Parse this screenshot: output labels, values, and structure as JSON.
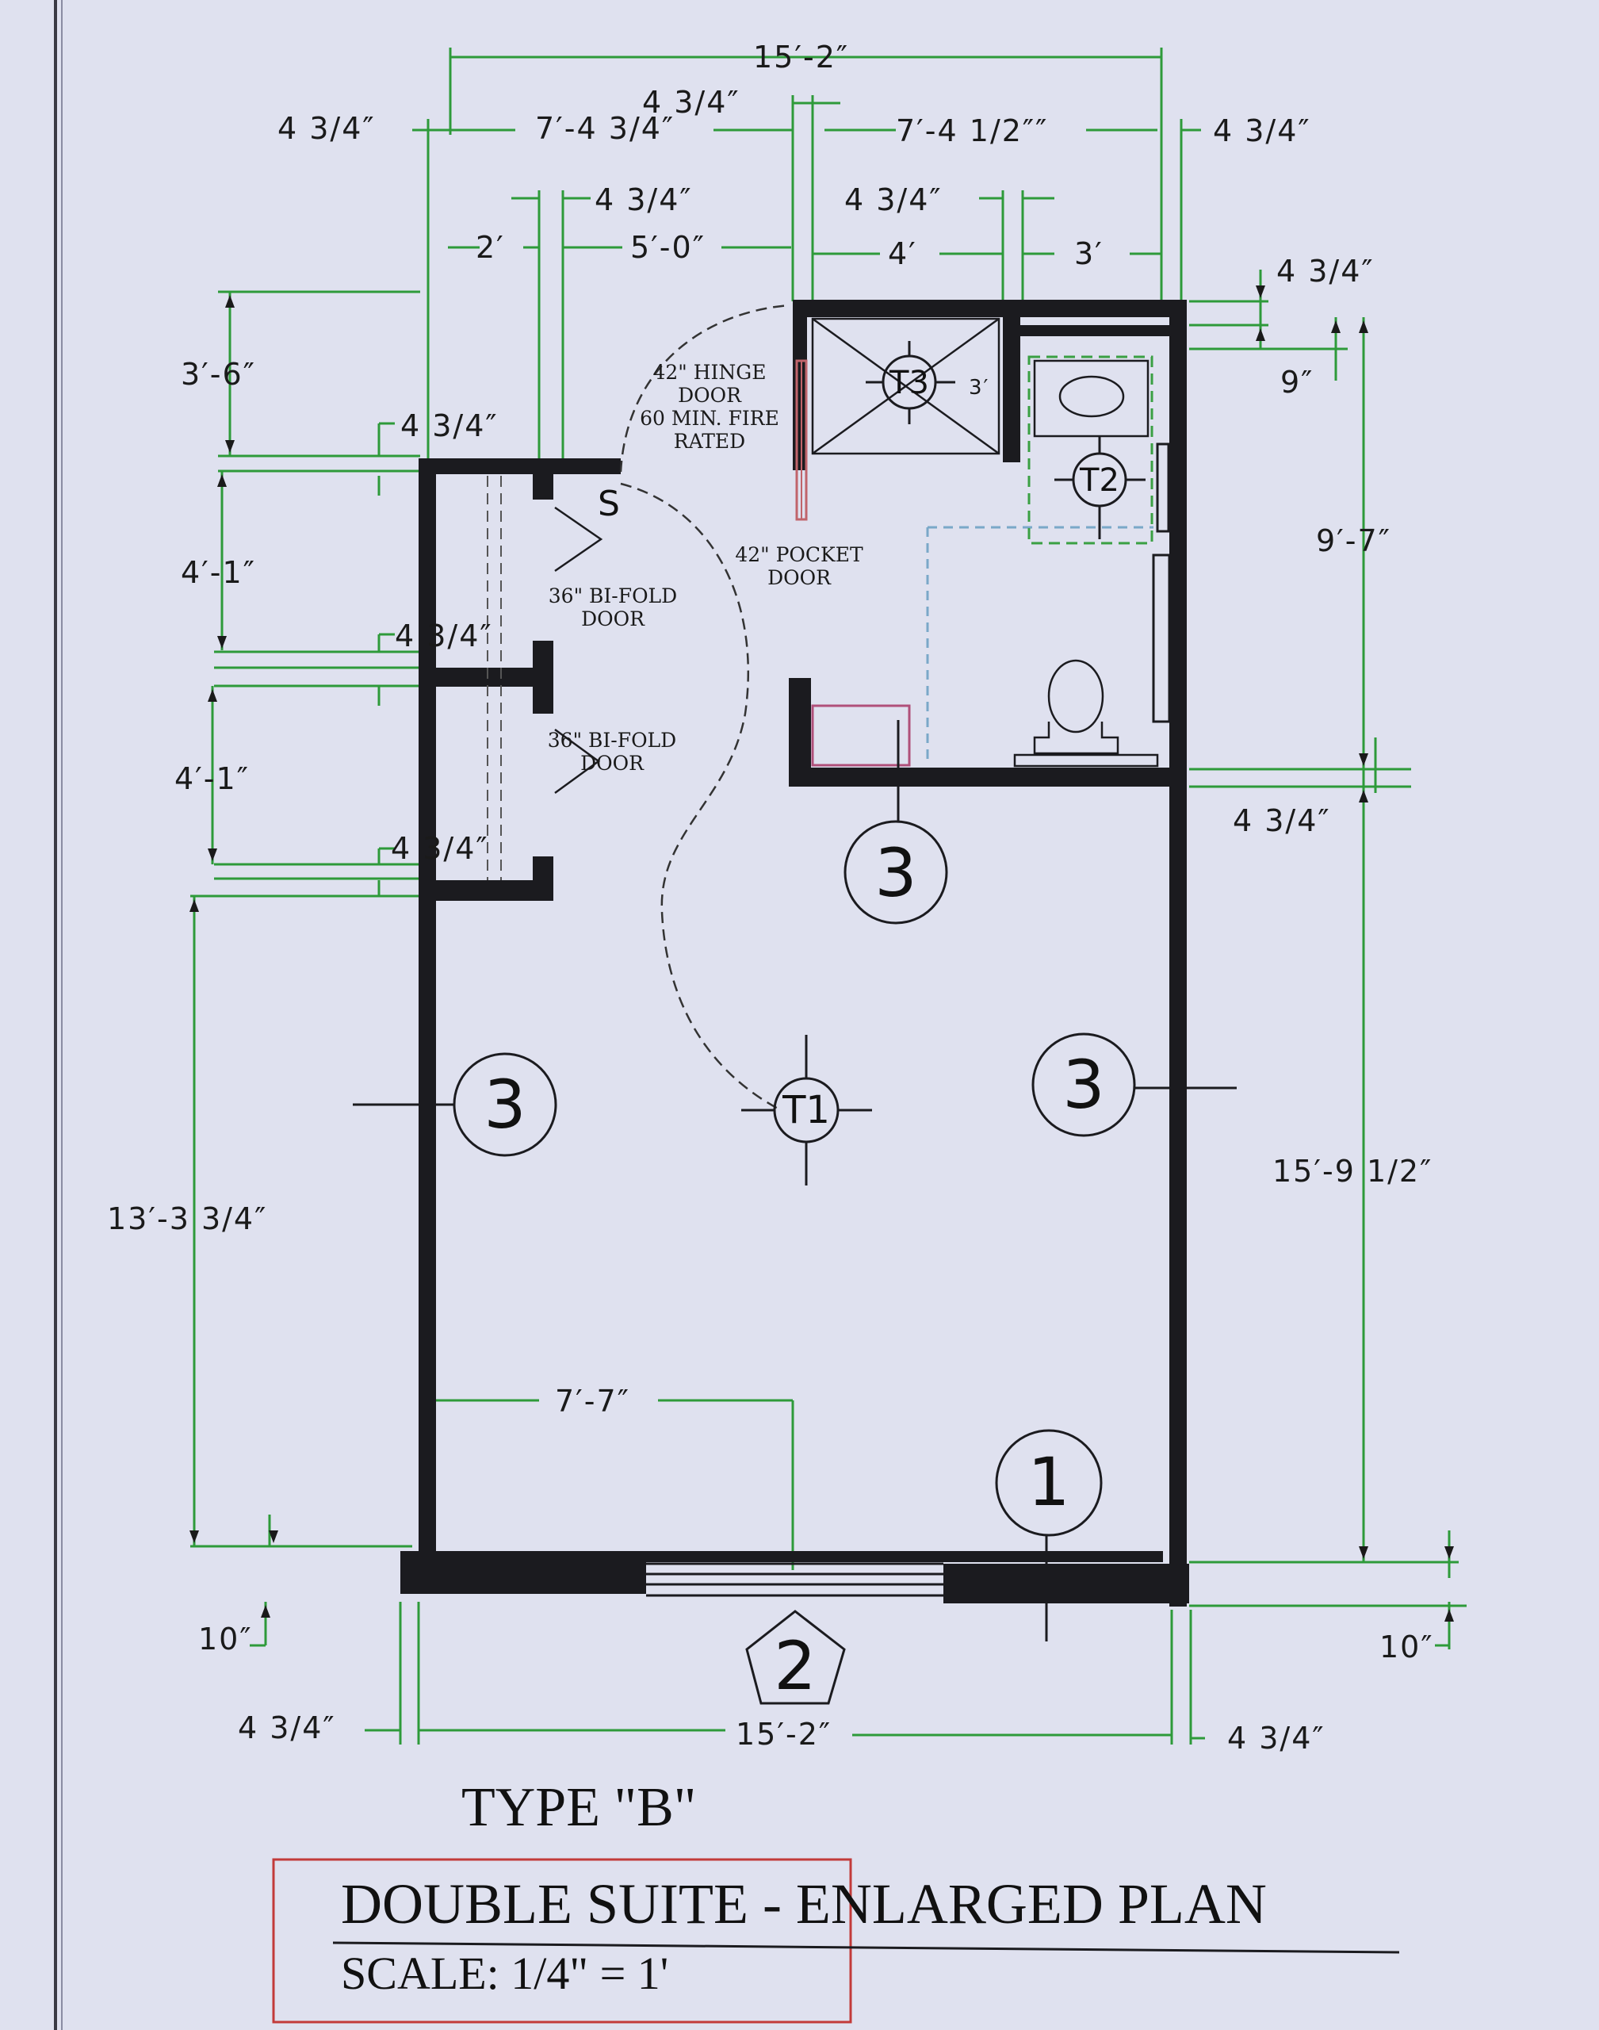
{
  "dimensions": {
    "top_overall": "15′-2″",
    "top_left_wall": "4 3/4″",
    "top_closet_run": "7′-4 3/4″",
    "top_mid_wall": "4 3/4″",
    "top_bath_run": "7′-4 1/2″″",
    "top_right_wall": "4 3/4″",
    "closet_wall_a": "4 3/4″",
    "closet_depth": "2′",
    "closet_gap": "5′-0″",
    "bath_wall": "4 3/4″",
    "shower_width": "4′",
    "toilet_width": "3′",
    "right_wall_top": "4 3/4″",
    "toilet_depth": "9″",
    "bath_depth": "9′-7″",
    "bath_wall_lower": "4 3/4″",
    "room_depth": "15′-9 1/2″",
    "right_bottom_gap": "10″",
    "left_entry_depth": "3′-6″",
    "left_wall_a": "4 3/4″",
    "closet_1_depth": "4′-1″",
    "left_wall_b": "4 3/4″",
    "closet_2_depth": "4′-1″",
    "left_wall_c": "4 3/4″",
    "left_room_depth": "13′-3 3/4″",
    "left_bottom_gap": "10″",
    "window_offset": "7′-7″",
    "bottom_left_wall": "4 3/4″",
    "bottom_overall": "15′-2″",
    "bottom_right_wall": "4 3/4″",
    "shower_small": "3′"
  },
  "notes": {
    "hinge_door": [
      "42\" HINGE",
      "DOOR",
      "60 MIN. FIRE",
      "RATED"
    ],
    "pocket_door": [
      "42\" POCKET",
      "DOOR"
    ],
    "bifold_1": [
      "36\" BI-FOLD",
      "DOOR"
    ],
    "bifold_2": [
      "36\" BI-FOLD",
      "DOOR"
    ],
    "smoke_detector": "S"
  },
  "tags": {
    "t1": "T1",
    "t2": "T2",
    "t3": "T3",
    "elev_left": "3",
    "elev_right": "3",
    "elev_bottom": "3",
    "detail_1": "1",
    "window_tag": "2"
  },
  "title_block": {
    "type": "TYPE \"B\"",
    "title": "DOUBLE SUITE - ENLARGED PLAN",
    "scale": "SCALE: 1/4\" = 1'"
  },
  "colors": {
    "background": "#dfe1ef",
    "wall": "#1b1b1f",
    "dimension_line": "#2e9a3a",
    "title_box": "#c23a3a",
    "hidden_line": "#7aa8c8",
    "fixture_outline": "#3aa043",
    "door_leaf": "#c0646b"
  }
}
